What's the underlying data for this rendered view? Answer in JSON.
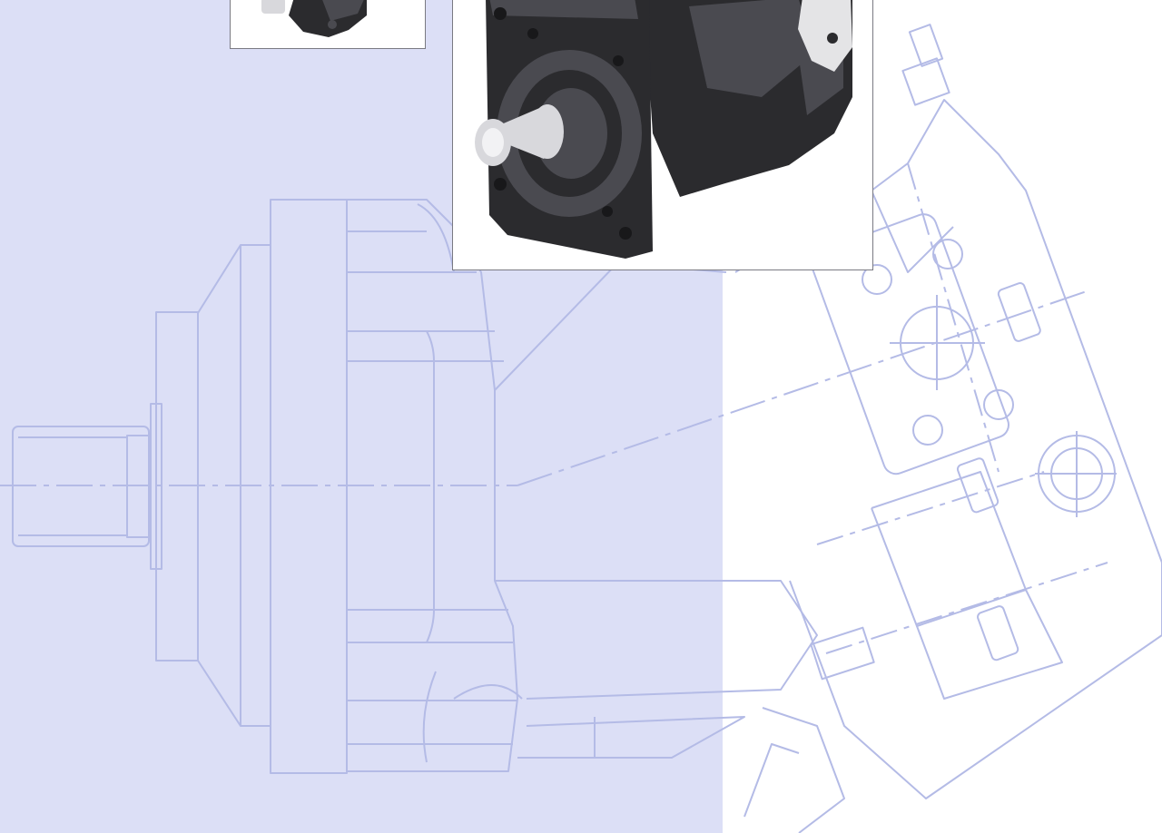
{
  "colors": {
    "tint_panel": "#dcdff6",
    "blueprint_line": "#b4bbe6",
    "background": "#ffffff",
    "motor_body": "#2b2b2e",
    "motor_highlight": "#4a4a50",
    "shaft": "#d8d8dc",
    "frame_border": "#7a7a82"
  },
  "icons": {
    "small_photo": "hydraulic-motor-photo-small",
    "large_photo": "hydraulic-motor-photo-large",
    "drawing": "hydraulic-motor-blueprint"
  }
}
